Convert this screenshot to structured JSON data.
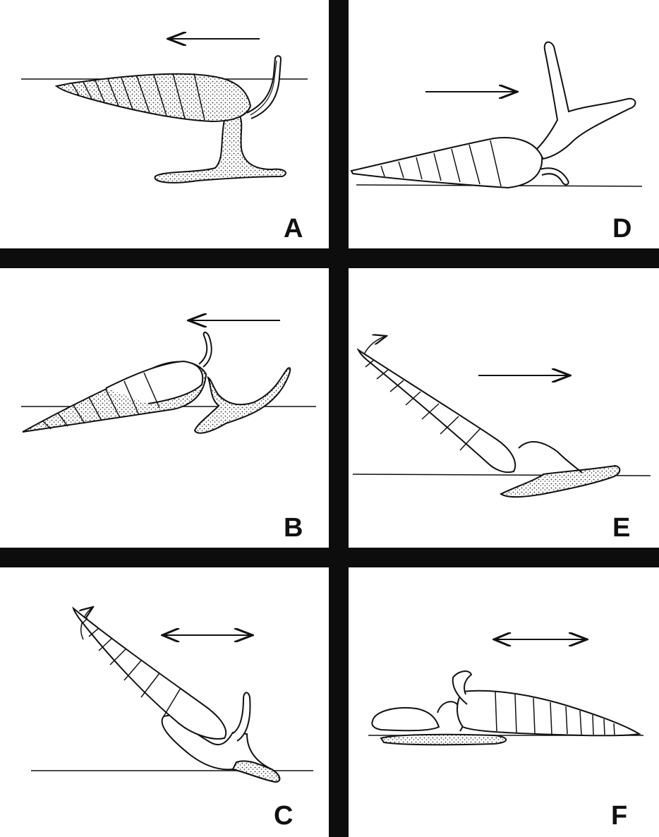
{
  "figure": {
    "colors": {
      "ink": "#111111",
      "divider": "#0d0d0d",
      "stipple_fill": "#c9c9c9",
      "background": "#ffffff"
    },
    "panels": [
      {
        "id": "A",
        "label": "A",
        "direction": "left",
        "description_icon": "snail-shell-stippled-left-arrow"
      },
      {
        "id": "B",
        "label": "B",
        "direction": "left",
        "description_icon": "snail-shell-tilted-left-arrow"
      },
      {
        "id": "C",
        "label": "C",
        "direction": "both",
        "description_icon": "snail-shell-upright-double-arrow"
      },
      {
        "id": "D",
        "label": "D",
        "direction": "right",
        "description_icon": "snail-shell-forked-foot-right-arrow"
      },
      {
        "id": "E",
        "label": "E",
        "direction": "right",
        "description_icon": "snail-shell-raised-right-arrow"
      },
      {
        "id": "F",
        "label": "F",
        "direction": "both",
        "description_icon": "snail-shell-reversed-double-arrow"
      }
    ]
  }
}
